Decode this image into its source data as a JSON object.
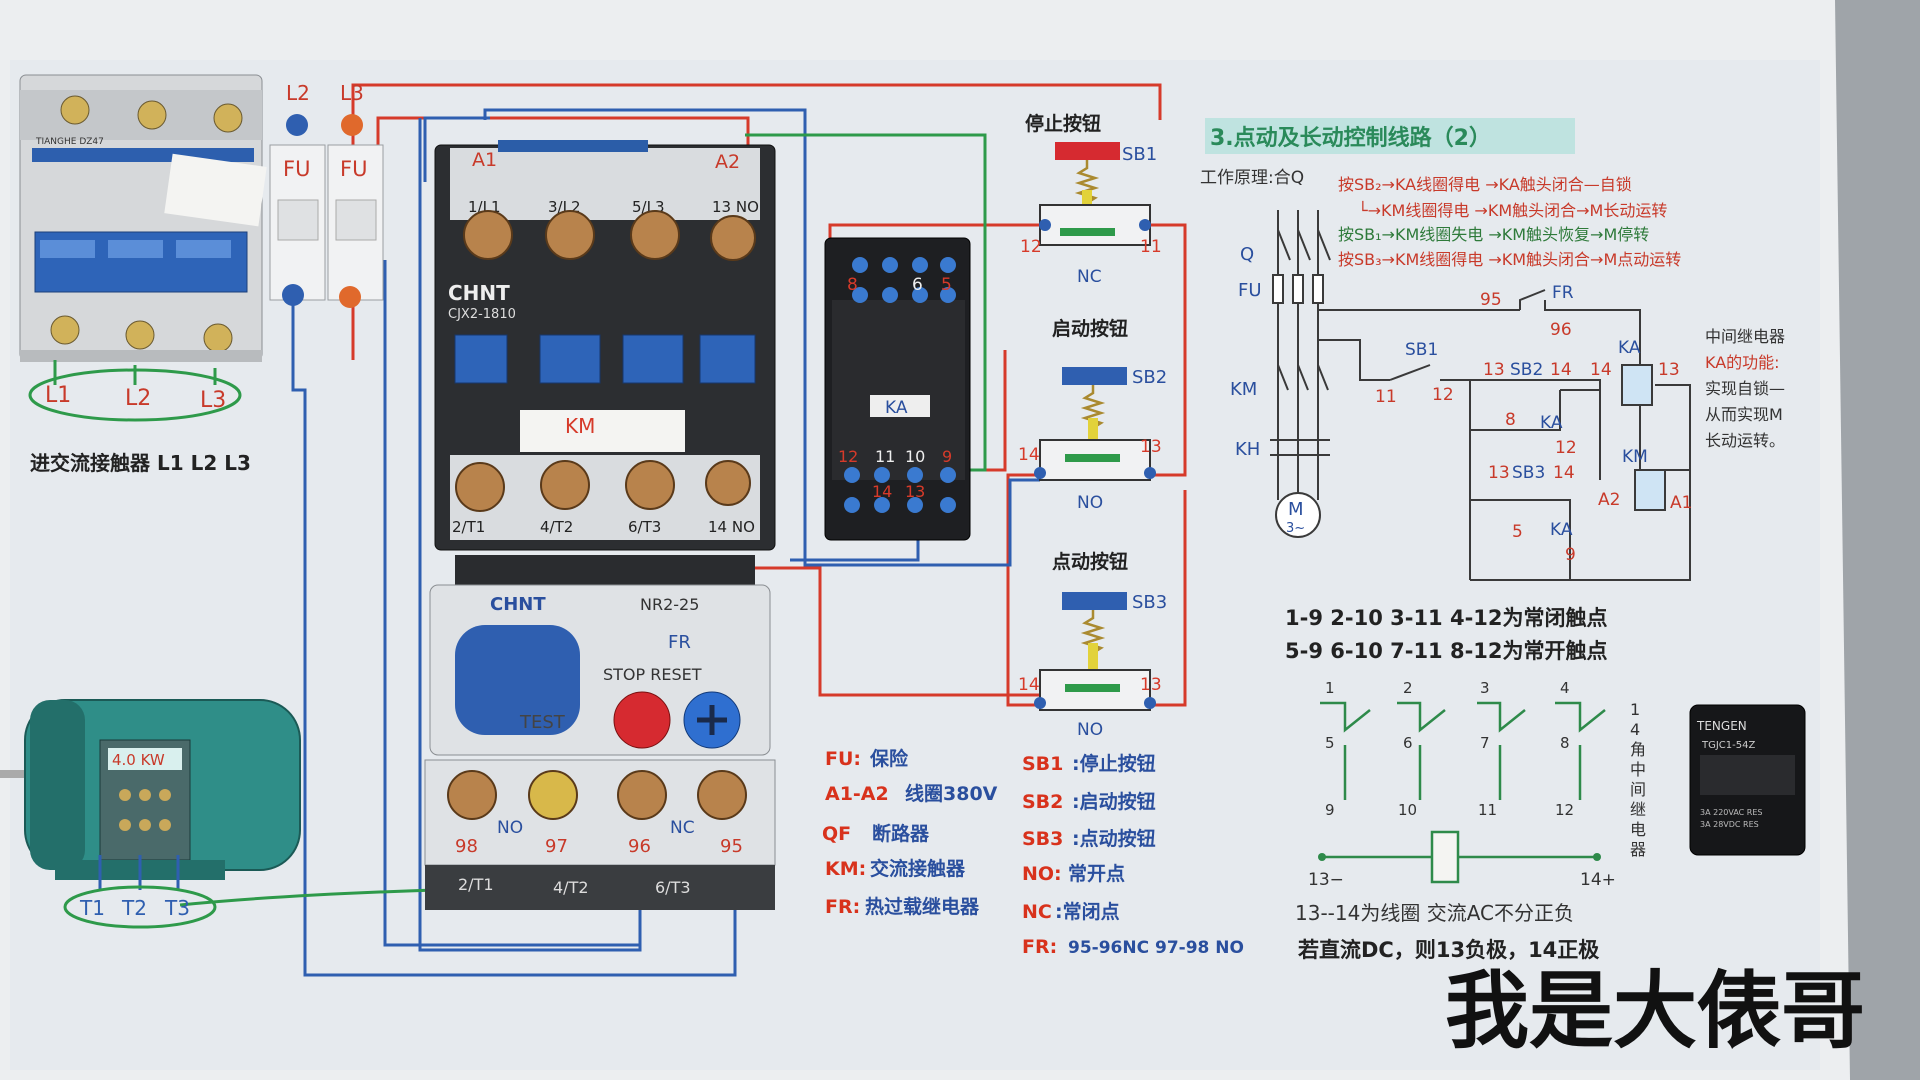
{
  "labels": {
    "l2": "L2",
    "l3": "L3",
    "fu1": "FU",
    "fu2": "FU",
    "breaker_brand": "TIANGHE DZ47",
    "in_l1": "L1",
    "in_l2": "L2",
    "in_l3": "L3",
    "in_caption": "进交流接触器 L1 L2 L3",
    "contactor_brand": "CHNT",
    "contactor_model": "CJX2-1810",
    "a1": "A1",
    "a2": "A2",
    "a2_bottom": "A2",
    "top_terms": [
      "1/L1",
      "3/L2",
      "5/L3",
      "13 NO"
    ],
    "bottom_terms": [
      "2/T1",
      "4/T2",
      "6/T3",
      "14 NO"
    ],
    "km": "KM",
    "relay_brand": "CHNT",
    "relay_model": "NR2-25",
    "fr": "FR",
    "stop_reset": "STOP  RESET",
    "test": "TEST",
    "relay_nums": [
      "98",
      "97",
      "96",
      "95"
    ],
    "relay_no": "NO",
    "relay_nc": "NC",
    "relay_outs": [
      "2/T1",
      "4/T2",
      "6/T3"
    ],
    "motor_power": "4.0 KW",
    "motor_terms": [
      "T1",
      "T2",
      "T3"
    ],
    "ka": "KA",
    "ka_top_nums": [
      "8",
      "6",
      "5"
    ],
    "ka_bottom_nums": [
      "12",
      "11",
      "10",
      "9",
      "14",
      "13"
    ],
    "stop_btn": "停止按钮",
    "sb1": "SB1",
    "sb1_l": "12",
    "sb1_r": "11",
    "nc": "NC",
    "start_btn": "启动按钮",
    "sb2": "SB2",
    "sb2_l": "14",
    "sb2_r": "13",
    "no1": "NO",
    "jog_btn": "点动按钮",
    "sb3": "SB3",
    "sb3_l": "14",
    "sb3_r": "13",
    "no2": "NO"
  },
  "legend_left": [
    {
      "key": "FU:",
      "text": "保险"
    },
    {
      "key": "A1-A2",
      "text": "线圈380V"
    },
    {
      "key": "QF",
      "text": "断路器"
    },
    {
      "key": "KM:",
      "text": "交流接触器"
    },
    {
      "key": "FR:",
      "text": "热过载继电器"
    }
  ],
  "legend_right": [
    {
      "key": "SB1",
      "text": ":停止按钮"
    },
    {
      "key": "SB2",
      "text": ":启动按钮"
    },
    {
      "key": "SB3",
      "text": ":点动按钮"
    },
    {
      "key": "NO:",
      "text": "常开点"
    },
    {
      "key": "NC",
      "text": ":常闭点"
    },
    {
      "key": "FR:",
      "text": "95-96NC  97-98 NO"
    }
  ],
  "principle": {
    "title": "3.点动及长动控制线路（2）",
    "label": "工作原理:合Q",
    "lines": [
      "按SB₂→KA线圈得电 →KA触头闭合—自锁",
      "└→KM线圈得电 →KM触头闭合→M长动运转",
      "按SB₁→KM线圈失电 →KM触头恢复→M停转",
      "按SB₃→KM线圈得电 →KM触头闭合→M点动运转"
    ]
  },
  "schematic": {
    "q": "Q",
    "fu": "FU",
    "km": "KM",
    "kh": "KH",
    "motor": "M",
    "motor_sub": "3~",
    "n95": "95",
    "n96": "96",
    "fr": "FR",
    "sb1": "SB1",
    "n11": "11",
    "n12": "12",
    "n13a": "13",
    "sb2": "SB2",
    "n14a": "14",
    "n8": "8",
    "ka1": "KA",
    "n12b": "12",
    "ka_coil": "KA",
    "n14c": "14",
    "n13c": "13",
    "n13b": "13",
    "sb3": "SB3",
    "n14b": "14",
    "km_coil": "KM",
    "a2": "A2",
    "a1": "A1",
    "n5": "5",
    "ka2": "KA",
    "n9": "9"
  },
  "note": [
    "中间继电器",
    "KA的功能:",
    "实现自锁—",
    "从而实现M",
    "长动运转。"
  ],
  "contacts_nc": "1-9 2-10 3-11 4-12为常闭触点",
  "contacts_no": "5-9 6-10 7-11 8-12为常开触点",
  "contact_groups": [
    {
      "top": "1",
      "mid": "5",
      "bottom": "9"
    },
    {
      "top": "2",
      "mid": "6",
      "bottom": "10"
    },
    {
      "top": "3",
      "mid": "7",
      "bottom": "11"
    },
    {
      "top": "4",
      "mid": "8",
      "bottom": "12"
    }
  ],
  "relay_side_label": "14角中间继电器",
  "coil_minus": "13−",
  "coil_plus": "14+",
  "coil_note": "13--14为线圈   交流AC不分正负",
  "dc_note": "若直流DC，则13负极，14正极",
  "tengen": {
    "brand": "TENGEN",
    "model": "TGJC1-54Z",
    "spec1": "3A 220VAC RES",
    "spec2": "3A 28VDC RES"
  },
  "watermark": "我是大俵哥",
  "colors": {
    "red_wire": "#d63a2a",
    "blue_wire": "#2f5fb0",
    "green_wire": "#2e9a4a",
    "title_band": "#bfe3e0",
    "title_text": "#2a8a5a",
    "legend_key": "#d8321c"
  }
}
